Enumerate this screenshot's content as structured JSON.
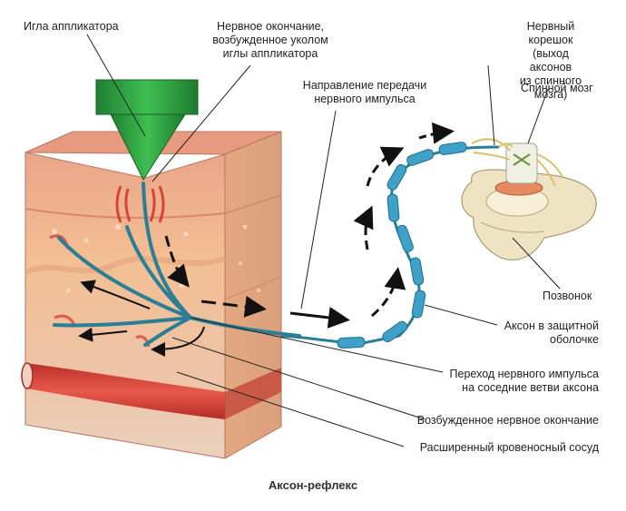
{
  "labels": {
    "needle": "Игла аппликатора",
    "nerve_ending_stimulated": "Нервное окончание,\nвозбужденное уколом\nиглы аппликатора",
    "impulse_direction": "Направление передачи\nнервного импульса",
    "nerve_root": "Нервный корешок\n(выход аксонов\nиз спинного мозга)",
    "spinal_cord": "Спинной мозг",
    "vertebra": "Позвонок",
    "axon_sheath": "Аксон в защитной\nоболочке",
    "impulse_transfer": "Переход нервного импульса\nна соседние ветви аксона",
    "excited_ending": "Возбужденное нервное окончание",
    "dilated_vessel": "Расширенный кровеносный сосуд"
  },
  "caption": "Аксон-рефлекс",
  "colors": {
    "skin_top": "#e8a58a",
    "skin_mid": "#f0b486",
    "tissue": "#e9bea4",
    "needle": "#2f9e3f",
    "axon": "#2a7e95",
    "sheath": "#3b9fc6",
    "vessel": "#d8443a",
    "bone": "#eee3c2"
  }
}
